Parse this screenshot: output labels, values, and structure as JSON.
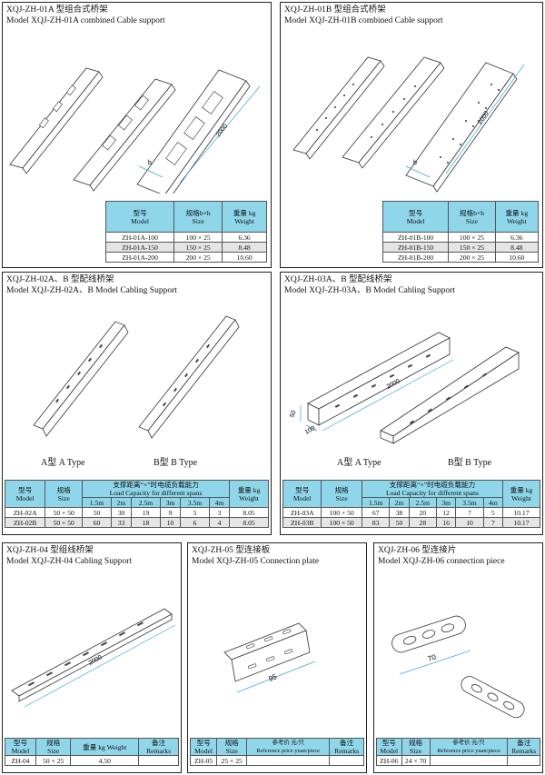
{
  "panels": {
    "p01a": {
      "title_cn": "XQJ-ZH-01A 型组合式桥架",
      "title_en": "Model XQJ-ZH-01A combined Cable support",
      "dim_length": "2000",
      "dim_width": "b",
      "table": {
        "headers": [
          [
            "型号",
            "Model"
          ],
          [
            "规格b×h",
            "Size"
          ],
          [
            "重量 kg",
            "Weight"
          ]
        ],
        "rows": [
          [
            "ZH-01A-100",
            "100 × 25",
            "6.36"
          ],
          [
            "ZH-01A-150",
            "150 × 25",
            "8.48"
          ],
          [
            "ZH-01A-200",
            "200 × 25",
            "10.60"
          ]
        ]
      }
    },
    "p01b": {
      "title_cn": "XQJ-ZH-01B 型组合式桥架",
      "title_en": "Model XQJ-ZH-01B combined Cable support",
      "dim_length": "2000",
      "dim_width": "b",
      "table": {
        "headers": [
          [
            "型号",
            "Model"
          ],
          [
            "规格b×h",
            "Size"
          ],
          [
            "重量 kg",
            "Weight"
          ]
        ],
        "rows": [
          [
            "ZH-01B-100",
            "100 × 25",
            "6.36"
          ],
          [
            "ZH-01B-150",
            "150 × 25",
            "8.48"
          ],
          [
            "ZH-01B-200",
            "200 × 25",
            "10.60"
          ]
        ]
      }
    },
    "p02": {
      "title_cn": "XQJ-ZH-02A、B 型配线桥架",
      "title_en": "Model XQJ-ZH-02A、B Model Cabling Support",
      "caption_a": "A型 A Type",
      "caption_b": "B型 B Type",
      "table": {
        "h_model": [
          "型号",
          "Model"
        ],
        "h_size": [
          "规格",
          "Size"
        ],
        "h_load": [
          "支撑距离“×”时电缆负载能力",
          "Load Capacity for different spans"
        ],
        "h_weight": [
          "重量 kg",
          "Weight"
        ],
        "spans": [
          "1.5m",
          "2m",
          "2.5m",
          "3m",
          "3.5m",
          "4m"
        ],
        "rows": [
          {
            "model": "ZH-02A",
            "size": "50 × 50",
            "loads": [
              "50",
              "30",
              "19",
              "9",
              "5",
              "3"
            ],
            "weight": "8.05"
          },
          {
            "model": "ZH-02B",
            "size": "50 × 50",
            "loads": [
              "60",
              "33",
              "18",
              "10",
              "6",
              "4"
            ],
            "weight": "8.05"
          }
        ]
      }
    },
    "p03": {
      "title_cn": "XQJ-ZH-03A、B 型配线桥架",
      "title_en": "Model XQJ-ZH-03A、B Model Cabling Support",
      "caption_a": "A型 A Type",
      "caption_b": "B型 B Type",
      "dim_length": "2000",
      "dim_w": "100",
      "dim_h": "50",
      "table": {
        "h_model": [
          "型号",
          "Model"
        ],
        "h_size": [
          "规格",
          "Size"
        ],
        "h_load": [
          "支撑距离“×”时电缆负载能力",
          "Load Capacity for different spans"
        ],
        "h_weight": [
          "重量 kg",
          "Weight"
        ],
        "spans": [
          "1.5m",
          "2m",
          "2.5m",
          "3m",
          "3.5m",
          "4m"
        ],
        "rows": [
          {
            "model": "ZH-03A",
            "size": "100 × 50",
            "loads": [
              "67",
              "38",
              "20",
              "12",
              "7",
              "5"
            ],
            "weight": "10.17"
          },
          {
            "model": "ZH-03B",
            "size": "100 × 50",
            "loads": [
              "83",
              "50",
              "28",
              "16",
              "10",
              "7"
            ],
            "weight": "10.17"
          }
        ]
      }
    },
    "p04": {
      "title_cn": "XQJ-ZH-04 型组线桥架",
      "title_en": "Model XQJ-ZH-04 Cabling Support",
      "dim_length": "2000",
      "table": {
        "headers": [
          [
            "型号",
            "Model"
          ],
          [
            "规格",
            "Size"
          ],
          [
            "重量 kg Weight"
          ],
          [
            "备注",
            "Remarks"
          ]
        ],
        "row": [
          "ZH-04",
          "50 × 25",
          "4.50",
          ""
        ]
      }
    },
    "p05": {
      "title_cn": "XQJ-ZH-05 型连接板",
      "title_en": "Model XQJ-ZH-05 Connection plate",
      "dim_length": "95",
      "table": {
        "headers": [
          [
            "型号",
            "Model"
          ],
          [
            "规格",
            "Size"
          ],
          [
            "参考价 元/只",
            "Reference price yuan/piece"
          ],
          [
            "备注",
            "Remarks"
          ]
        ],
        "row": [
          "ZH-05",
          "25 × 25",
          "",
          ""
        ]
      }
    },
    "p06": {
      "title_cn": "XQJ-ZH-06 型连接片",
      "title_en": "Model XQJ-ZH-06 connection piece",
      "dim_length": "70",
      "table": {
        "headers": [
          [
            "型号",
            "Model"
          ],
          [
            "规格",
            "Size"
          ],
          [
            "参考价 元/只",
            "Reference price yuan/piece"
          ],
          [
            "备注",
            "Remarks"
          ]
        ],
        "row": [
          "ZH-06",
          "24 × 70",
          "",
          ""
        ]
      }
    }
  }
}
